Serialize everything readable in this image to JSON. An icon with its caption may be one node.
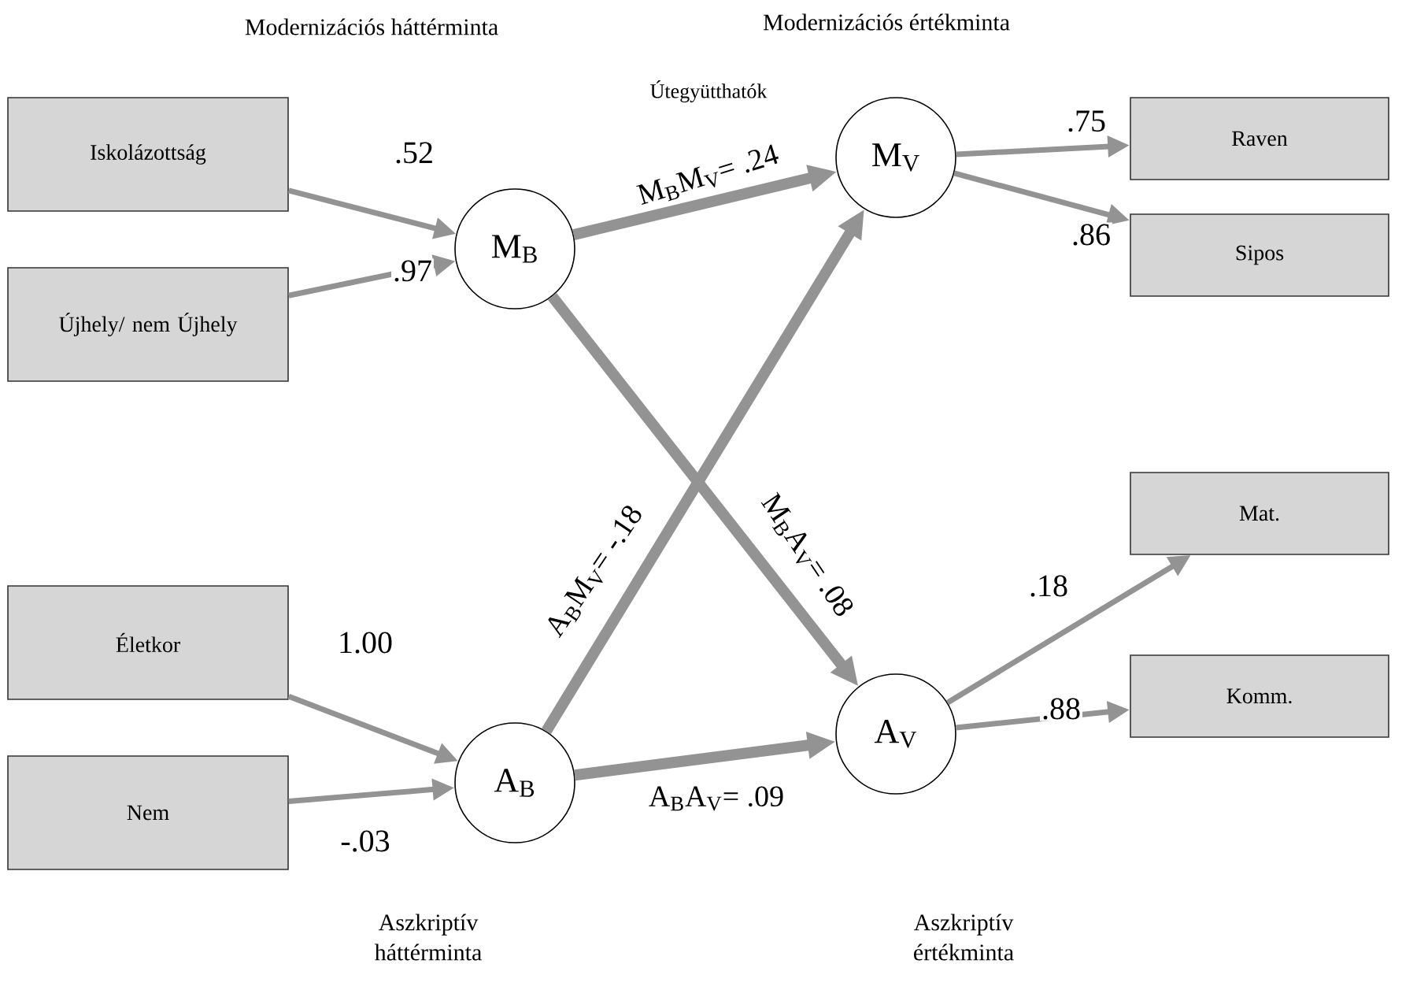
{
  "diagram": {
    "nodes": [
      {
        "text": [
          "Iskolázottság"
        ]
      },
      {
        "text": [
          "Újhely/ nem Újhely"
        ]
      },
      {
        "text": [
          "Életkor"
        ]
      },
      {
        "text": [
          "Nem"
        ]
      },
      {
        "text": [
          "M$_{B}$"
        ]
      },
      {
        "text": [
          "A$_{B}$"
        ]
      },
      {
        "text": [
          "M$_{V}$"
        ]
      },
      {
        "text": [
          "A$_{V}$"
        ]
      },
      {
        "text": [
          "Raven"
        ]
      },
      {
        "text": [
          "Sipos"
        ]
      },
      {
        "text": [
          "Mat."
        ]
      },
      {
        "text": [
          "Komm."
        ]
      }
    ],
    "edges": [
      {
        "from": 0,
        "to": 4,
        "arrow": "to",
        "label": ".52"
      },
      {
        "from": 1,
        "to": 4,
        "arrow": "to",
        "label": ".97"
      },
      {
        "from": 2,
        "to": 5,
        "arrow": "to",
        "label": "1.00"
      },
      {
        "from": 3,
        "to": 5,
        "arrow": "to",
        "label": "-.03"
      },
      {
        "from": 4,
        "to": 6,
        "arrow": "to",
        "label": "M$_{B}$M$_{V}$= .24",
        "style": "thick"
      },
      {
        "from": 5,
        "to": 6,
        "arrow": "to",
        "label": "A$_{B}$M$_{V}$= -.18",
        "style": "thick"
      },
      {
        "from": 4,
        "to": 7,
        "arrow": "to",
        "label": "M$_{B}$A$_{V}$= .08",
        "style": "thick"
      },
      {
        "from": 5,
        "to": 7,
        "arrow": "to",
        "label": "A$_{B}$A$_{V}$= .09",
        "style": "thick"
      },
      {
        "from": 6,
        "to": 8,
        "arrow": "to",
        "label": ".75"
      },
      {
        "from": 6,
        "to": 9,
        "arrow": "to",
        "label": ".86"
      },
      {
        "from": 7,
        "to": 10,
        "arrow": "to",
        "label": ".18"
      },
      {
        "from": 7,
        "to": 11,
        "arrow": "to",
        "label": ".88"
      }
    ],
    "labels": [
      "Modernizációs háttérminta",
      "Modernizációs értékminta",
      "Útegyütthatók",
      "Aszkriptív háttérminta",
      "Aszkriptív értékminta"
    ]
  }
}
